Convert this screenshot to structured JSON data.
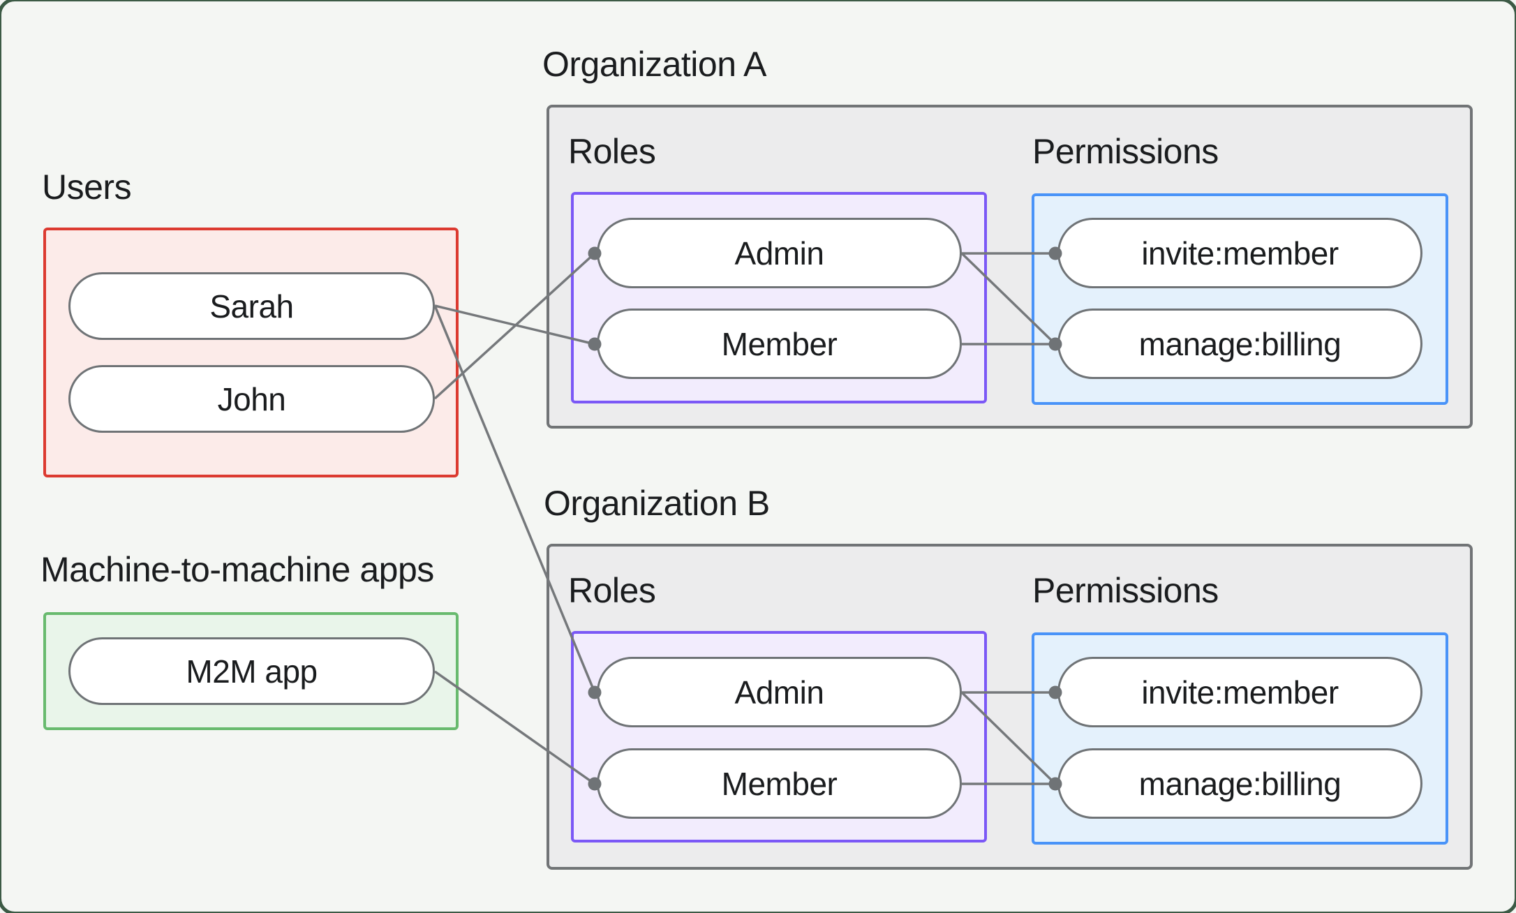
{
  "users_group": {
    "label": "Users",
    "items": [
      "Sarah",
      "John"
    ]
  },
  "m2m_group": {
    "label": "Machine-to-machine apps",
    "items": [
      "M2M app"
    ]
  },
  "org_a": {
    "title": "Organization A",
    "roles_label": "Roles",
    "permissions_label": "Permissions",
    "roles": [
      "Admin",
      "Member"
    ],
    "permissions": [
      "invite:member",
      "manage:billing"
    ]
  },
  "org_b": {
    "title": "Organization B",
    "roles_label": "Roles",
    "permissions_label": "Permissions",
    "roles": [
      "Admin",
      "Member"
    ],
    "permissions": [
      "invite:member",
      "manage:billing"
    ]
  },
  "connections": [
    {
      "from": "sarah",
      "to": "org_a_member"
    },
    {
      "from": "john",
      "to": "org_a_admin"
    },
    {
      "from": "sarah",
      "to": "org_b_admin"
    },
    {
      "from": "m2m_app",
      "to": "org_b_member"
    },
    {
      "from": "org_a_admin",
      "to": "org_a_invite_member"
    },
    {
      "from": "org_a_admin",
      "to": "org_a_manage_billing"
    },
    {
      "from": "org_a_member",
      "to": "org_a_manage_billing"
    },
    {
      "from": "org_b_admin",
      "to": "org_b_invite_member"
    },
    {
      "from": "org_b_admin",
      "to": "org_b_manage_billing"
    },
    {
      "from": "org_b_member",
      "to": "org_b_manage_billing"
    }
  ],
  "colors": {
    "background": "#f4f6f3",
    "frame_green": "#3c5a45",
    "users_border": "#dc3a30",
    "users_fill": "#fcebe9",
    "m2m_border": "#68ba6e",
    "m2m_fill": "#e9f5ea",
    "org_border": "#717476",
    "org_fill": "#ececed",
    "roles_border": "#7b58f6",
    "roles_fill": "#f2ecfd",
    "permissions_border": "#4993f8",
    "permissions_fill": "#e4f1fc",
    "node_border": "#6f7376",
    "edge_line": "#75787b",
    "text": "#1a1c1e"
  }
}
